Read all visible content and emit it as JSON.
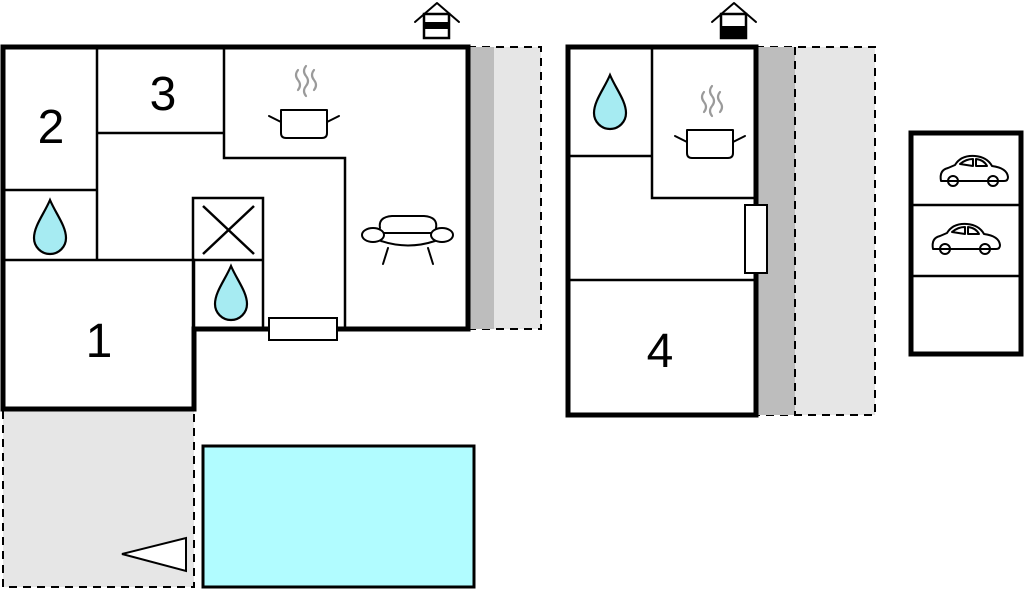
{
  "rooms": [
    {
      "id": "room-1",
      "label": "1"
    },
    {
      "id": "room-2",
      "label": "2"
    },
    {
      "id": "room-3",
      "label": "3"
    },
    {
      "id": "room-4",
      "label": "4"
    }
  ],
  "icons": {
    "entrance": "house-entrance-icon",
    "bathroom": "water-drop-icon",
    "kitchen": "cooking-pot-icon",
    "living_room": "sofa-icon",
    "storage": "cross-box-icon",
    "window": "window-icon",
    "parking": "car-icon",
    "direction": "triangle-arrow-icon"
  },
  "colors": {
    "wall": "#000000",
    "terrace": "#e6e6e6",
    "covered_area": "#bdbdbd",
    "water_drop": "#a6ebf2",
    "pool": "#b1fcff"
  }
}
